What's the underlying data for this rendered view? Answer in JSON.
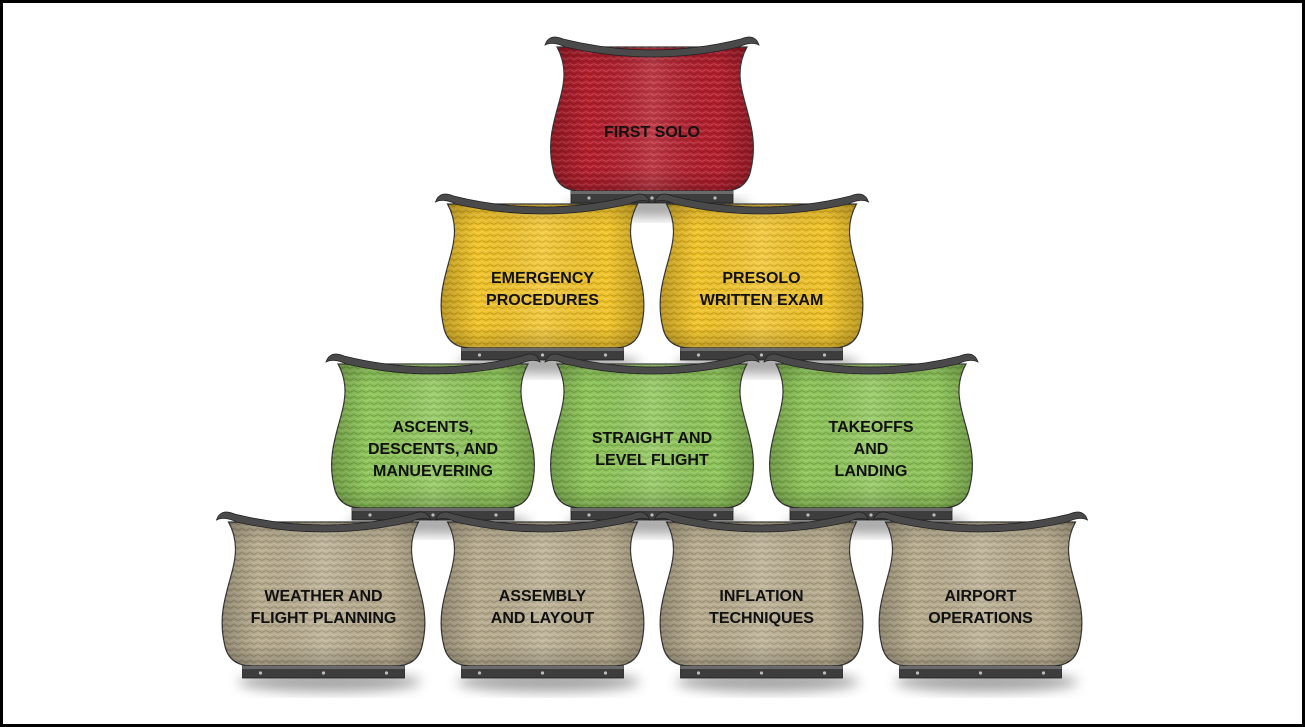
{
  "diagram": {
    "tiers": [
      {
        "name": "top",
        "color": "#b51f2e",
        "baskets": [
          {
            "lines": [
              "FIRST SOLO"
            ]
          }
        ]
      },
      {
        "name": "second",
        "color": "#f2c42a",
        "baskets": [
          {
            "lines": [
              "EMERGENCY",
              "PROCEDURES"
            ]
          },
          {
            "lines": [
              "PRESOLO",
              "WRITTEN EXAM"
            ]
          }
        ]
      },
      {
        "name": "third",
        "color": "#8fc65a",
        "baskets": [
          {
            "lines": [
              "ASCENTS,",
              "DESCENTS, AND",
              "MANUEVERING"
            ]
          },
          {
            "lines": [
              "STRAIGHT AND",
              "LEVEL FLIGHT"
            ]
          },
          {
            "lines": [
              "TAKEOFFS",
              "AND",
              "LANDING"
            ]
          }
        ]
      },
      {
        "name": "base",
        "color": "#b9ad90",
        "baskets": [
          {
            "lines": [
              "WEATHER AND",
              "FLIGHT PLANNING"
            ]
          },
          {
            "lines": [
              "ASSEMBLY",
              "AND LAYOUT"
            ]
          },
          {
            "lines": [
              "INFLATION",
              "TECHNIQUES"
            ]
          },
          {
            "lines": [
              "AIRPORT",
              "OPERATIONS"
            ]
          }
        ]
      }
    ]
  }
}
